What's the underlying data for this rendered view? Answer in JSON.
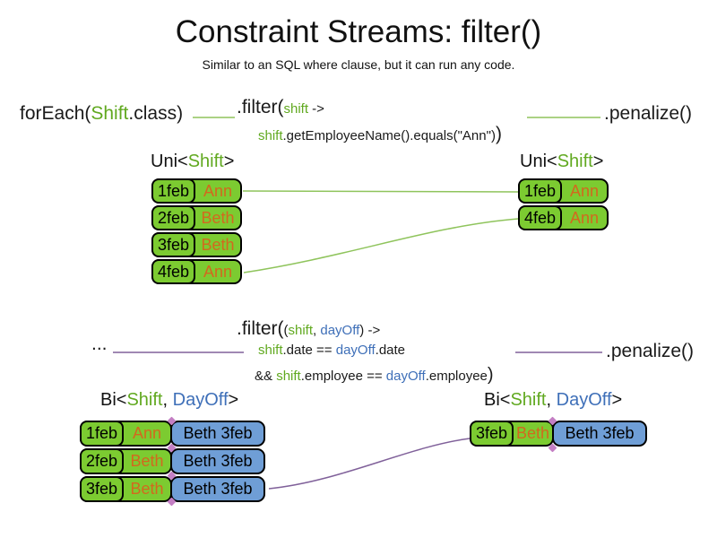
{
  "title": "Constraint Streams: filter()",
  "subtitle": "Similar to an SQL where clause, but it can run any code.",
  "colors": {
    "green_fill": "#7ccb31",
    "green_text": "#61a920",
    "blue_fill": "#6f9ed6",
    "blue_text": "#3e6fb8",
    "orange_text": "#d2691e",
    "flow_green_line": "#8fc45c",
    "flow_purple_line": "#80619a",
    "diamond": "#c47fc4"
  },
  "top_flow": {
    "foreach_pre": "forEach(",
    "foreach_type": "Shift",
    "foreach_post": ".class)",
    "filter_head": ".filter(",
    "filter_param": "shift",
    "filter_arrow": " ->",
    "filter_body_param": "shift",
    "filter_body_rest": ".getEmployeeName().equals(\"Ann\")",
    "filter_body_close": ")",
    "penalize": ".penalize()"
  },
  "uni_left": {
    "header_pre": "Uni<",
    "header_type": "Shift",
    "header_post": ">",
    "rows": [
      {
        "date": "1feb",
        "employee": "Ann"
      },
      {
        "date": "2feb",
        "employee": "Beth"
      },
      {
        "date": "3feb",
        "employee": "Beth"
      },
      {
        "date": "4feb",
        "employee": "Ann"
      }
    ]
  },
  "uni_right": {
    "header_pre": "Uni<",
    "header_type": "Shift",
    "header_post": ">",
    "rows": [
      {
        "date": "1feb",
        "employee": "Ann"
      },
      {
        "date": "4feb",
        "employee": "Ann"
      }
    ]
  },
  "mid_flow": {
    "ellipsis": "...",
    "filter_head": ".filter(",
    "filter_open": "(",
    "param_shift": "shift",
    "param_sep": ", ",
    "param_dayoff": "dayOff",
    "filter_close_arrow": ") ->",
    "line2_shift": "shift",
    "line2_mid": ".date == ",
    "line2_dayoff": "dayOff",
    "line2_end": ".date",
    "line3_and": "&& ",
    "line3_shift": "shift",
    "line3_mid": ".employee == ",
    "line3_dayoff": "dayOff",
    "line3_end": ".employee",
    "line3_close": ")",
    "penalize": ".penalize()"
  },
  "bi_left": {
    "header_pre": "Bi<",
    "header_shift": "Shift",
    "header_sep": ", ",
    "header_dayoff": "DayOff",
    "header_post": ">",
    "rows": [
      {
        "date": "1feb",
        "employee": "Ann",
        "dayoff": "Beth 3feb"
      },
      {
        "date": "2feb",
        "employee": "Beth",
        "dayoff": "Beth 3feb"
      },
      {
        "date": "3feb",
        "employee": "Beth",
        "dayoff": "Beth 3feb"
      }
    ]
  },
  "bi_right": {
    "header_pre": "Bi<",
    "header_shift": "Shift",
    "header_sep": ", ",
    "header_dayoff": "DayOff",
    "header_post": ">",
    "rows": [
      {
        "date": "3feb",
        "employee": "Beth",
        "dayoff": "Beth 3feb"
      }
    ]
  }
}
